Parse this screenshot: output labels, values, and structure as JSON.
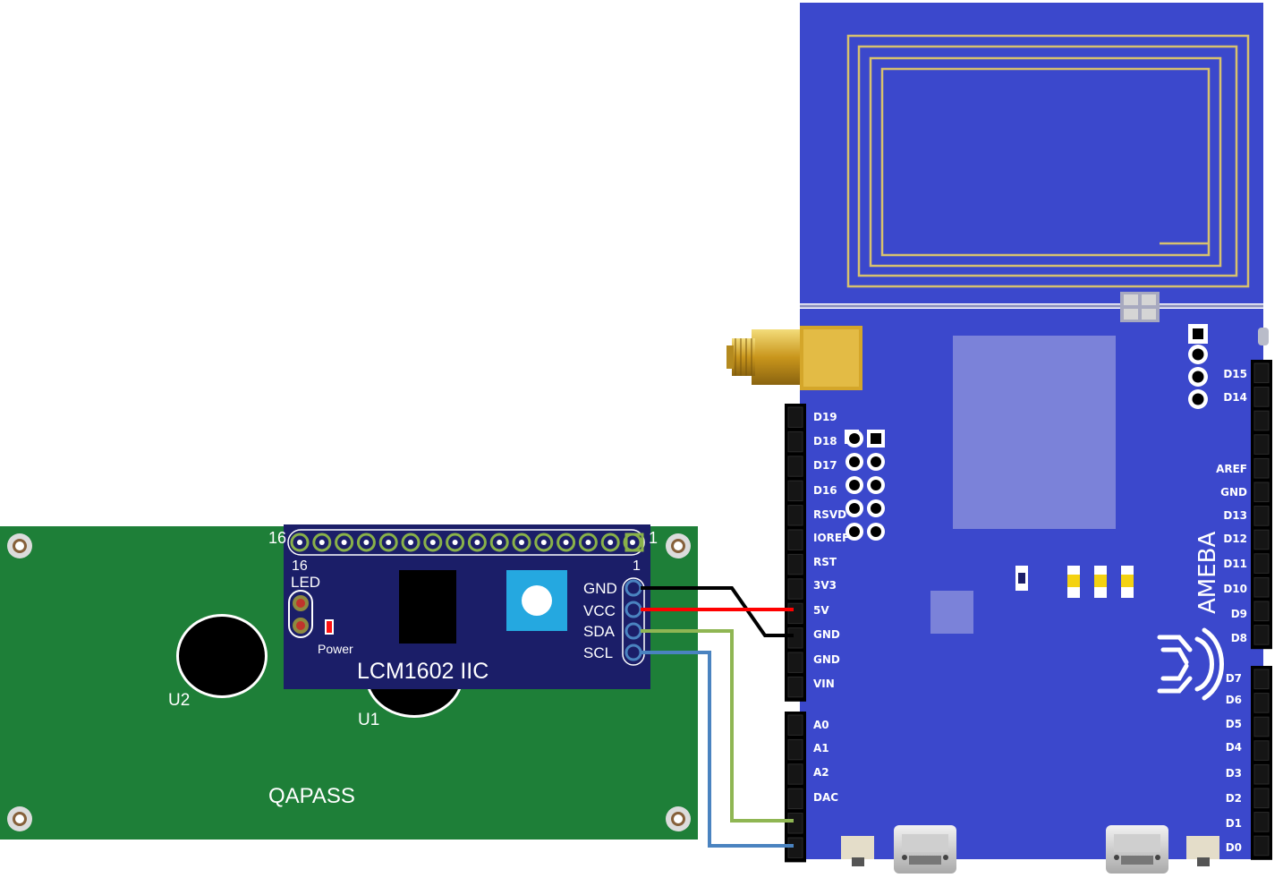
{
  "lcd": {
    "brand": "QAPASS",
    "u1": "U1",
    "u2": "U2",
    "colors": {
      "board": "#1e7f38"
    }
  },
  "i2c": {
    "title": "LCM1602 IIC",
    "pin16": "16",
    "pin1": "1",
    "pin16_outer": "16",
    "pin1_outer": "1",
    "led": "LED",
    "power": "Power",
    "pins": [
      "GND",
      "VCC",
      "SDA",
      "SCL"
    ],
    "colors": {
      "board": "#1b1e68",
      "pot": "#25a8e0",
      "pad": "#89b14a"
    }
  },
  "ameba": {
    "brand": "AMEBA",
    "left_top_pins": [
      "D19",
      "D18",
      "D17",
      "D16",
      "RSVD",
      "IOREF",
      "RST",
      "3V3",
      "5V",
      "GND",
      "GND",
      "VIN"
    ],
    "left_bottom_pins": [
      "A0",
      "A1",
      "A2",
      "DAC"
    ],
    "right_top_pins": [
      "D15",
      "D14",
      "AREF",
      "GND",
      "D13",
      "D12",
      "D11",
      "D10",
      "D9",
      "D8"
    ],
    "right_bottom_pins": [
      "D7",
      "D6",
      "D5",
      "D4",
      "D3",
      "D2",
      "D1",
      "D0"
    ],
    "colors": {
      "board": "#3b48cc",
      "antenna": "#d7c16e",
      "sma": "#d4a62a"
    }
  },
  "wires": {
    "gnd": "#000000",
    "vcc": "#ff0000",
    "sda": "#8fb653",
    "scl": "#4a83c0"
  }
}
